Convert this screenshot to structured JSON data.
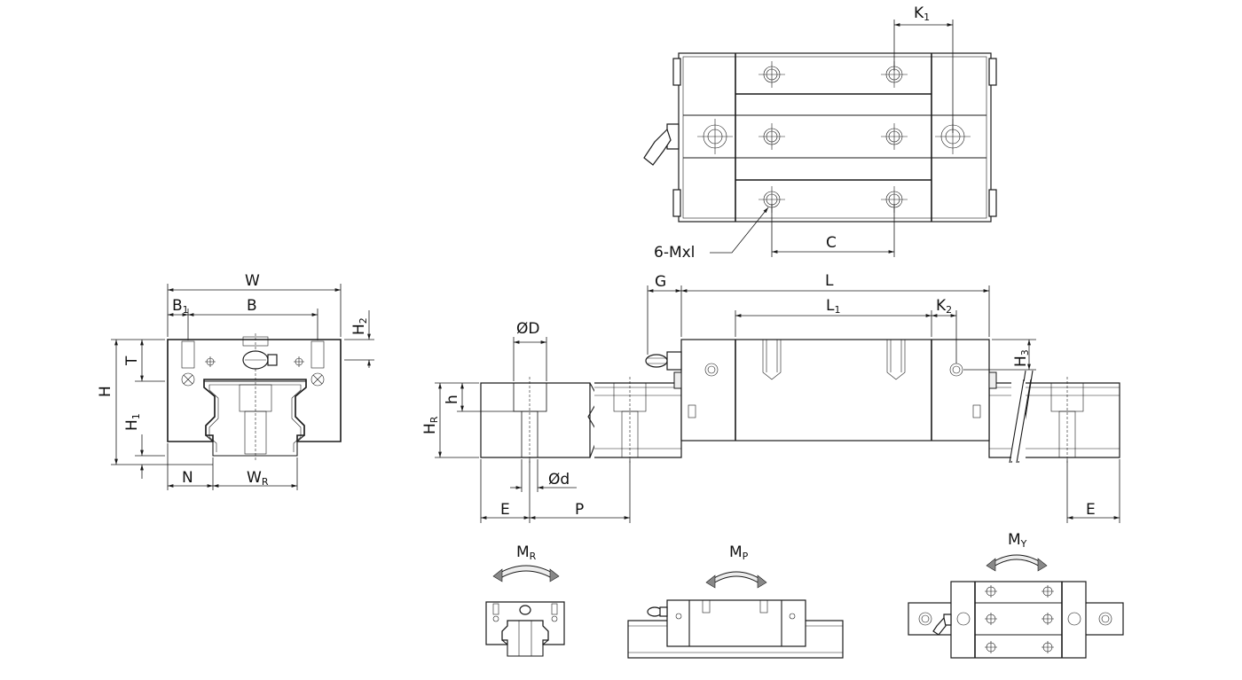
{
  "labels": {
    "W": "W",
    "B": "B",
    "B1": "B",
    "B1_sub": "1",
    "H": "H",
    "H1": "H",
    "H1_sub": "1",
    "H2": "H",
    "H2_sub": "2",
    "T": "T",
    "N": "N",
    "WR": "W",
    "WR_sub": "R",
    "K1": "K",
    "K1_sub": "1",
    "C": "C",
    "MxL": "6-Mxl",
    "G": "G",
    "L": "L",
    "L1": "L",
    "L1_sub": "1",
    "K2": "K",
    "K2_sub": "2",
    "H3": "H",
    "H3_sub": "3",
    "D": "ØD",
    "h": "h",
    "HR": "H",
    "HR_sub": "R",
    "d": "Ød",
    "E_left": "E",
    "P": "P",
    "E_right": "E",
    "MR": "M",
    "MR_sub": "R",
    "MP": "M",
    "MP_sub": "P",
    "MY": "M",
    "MY_sub": "Y"
  }
}
